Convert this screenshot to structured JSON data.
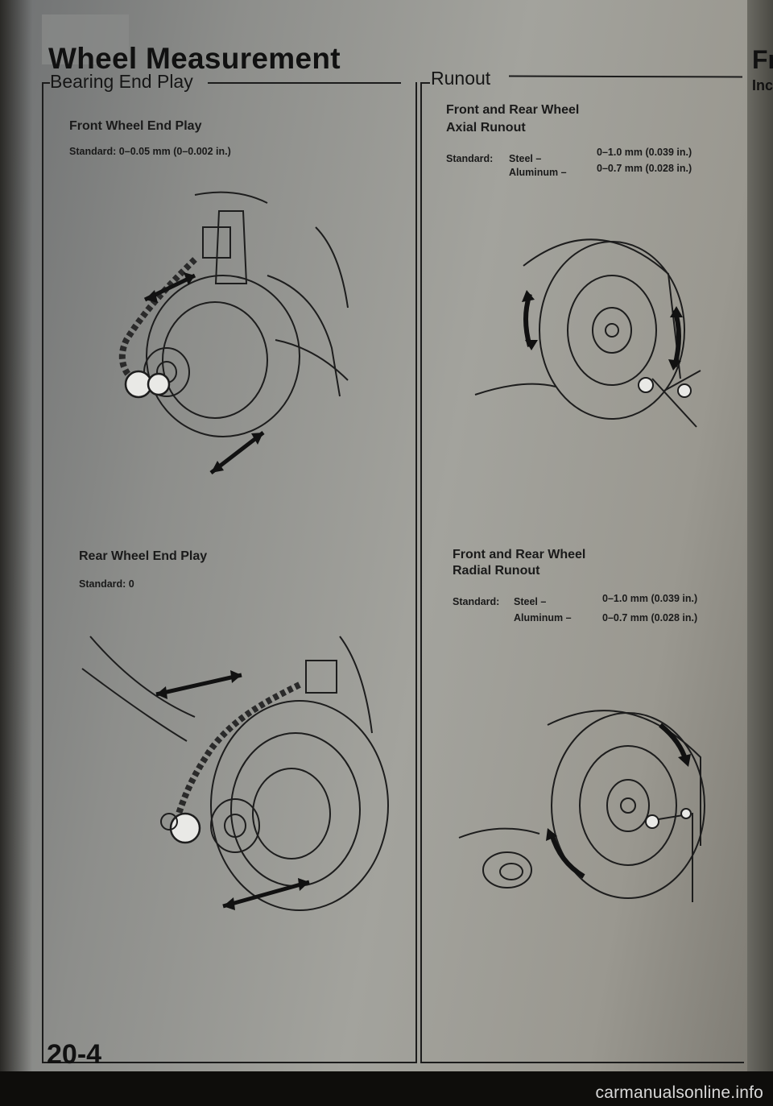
{
  "page": {
    "title": "Wheel Measurement",
    "page_number": "20-4",
    "right_fragment_top": "Fr",
    "right_fragment_sub": "Inc",
    "watermark": "carmanualsonline.info"
  },
  "bearing": {
    "heading": "Bearing End Play",
    "front": {
      "title": "Front Wheel End Play",
      "standard": "Standard:  0–0.05 mm (0–0.002 in.)"
    },
    "rear": {
      "title": "Rear Wheel End Play",
      "standard": "Standard:  0"
    }
  },
  "runout": {
    "heading": "Runout",
    "axial": {
      "title_line1": "Front and Rear Wheel",
      "title_line2": "Axial Runout",
      "standard_label": "Standard:",
      "steel_label": "Steel –",
      "steel_value": "0–1.0 mm (0.039 in.)",
      "aluminum_label": "Aluminum –",
      "aluminum_value": "0–0.7 mm (0.028 in.)"
    },
    "radial": {
      "title_line1": "Front and Rear Wheel",
      "title_line2": "Radial Runout",
      "standard_label": "Standard:",
      "steel_label": "Steel –",
      "steel_value": "0–1.0 mm (0.039 in.)",
      "aluminum_label": "Aluminum –",
      "aluminum_value": "0–0.7 mm (0.028 in.)"
    }
  },
  "illustrations": {
    "front_hub": "front-hub-dial-indicator",
    "rear_hub": "rear-drum-dial-indicator",
    "axial_wheel": "wheel-axial-runout-check",
    "radial_wheel": "wheel-radial-runout-check"
  }
}
